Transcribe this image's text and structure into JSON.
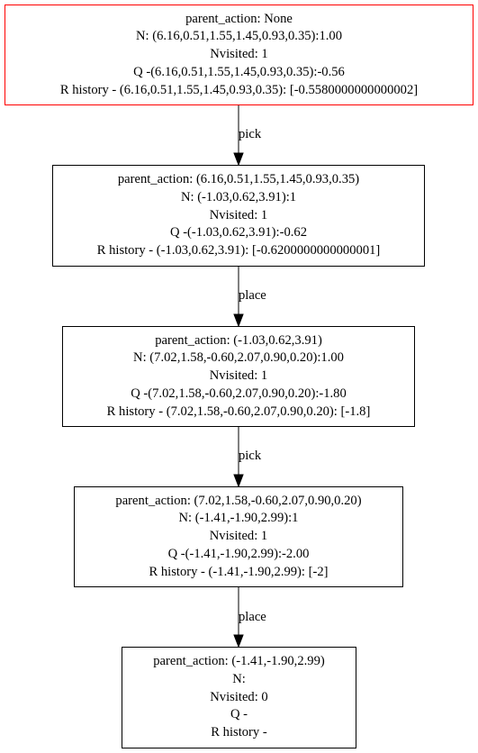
{
  "colors": {
    "root_border": "#ff0000",
    "border": "#000000",
    "background": "#ffffff",
    "text": "#000000"
  },
  "nodes": [
    {
      "parent_action": "parent_action: None",
      "n": "N: (6.16,0.51,1.55,1.45,0.93,0.35):1.00",
      "nvisited": "Nvisited: 1",
      "q": "Q -(6.16,0.51,1.55,1.45,0.93,0.35):-0.56",
      "r_history": "R history - (6.16,0.51,1.55,1.45,0.93,0.35): [-0.5580000000000002]"
    },
    {
      "parent_action": "parent_action: (6.16,0.51,1.55,1.45,0.93,0.35)",
      "n": "N: (-1.03,0.62,3.91):1",
      "nvisited": "Nvisited: 1",
      "q": "Q -(-1.03,0.62,3.91):-0.62",
      "r_history": "R history - (-1.03,0.62,3.91): [-0.6200000000000001]"
    },
    {
      "parent_action": "parent_action: (-1.03,0.62,3.91)",
      "n": "N: (7.02,1.58,-0.60,2.07,0.90,0.20):1.00",
      "nvisited": "Nvisited: 1",
      "q": "Q -(7.02,1.58,-0.60,2.07,0.90,0.20):-1.80",
      "r_history": "R history - (7.02,1.58,-0.60,2.07,0.90,0.20): [-1.8]"
    },
    {
      "parent_action": "parent_action: (7.02,1.58,-0.60,2.07,0.90,0.20)",
      "n": "N: (-1.41,-1.90,2.99):1",
      "nvisited": "Nvisited: 1",
      "q": "Q -(-1.41,-1.90,2.99):-2.00",
      "r_history": "R history - (-1.41,-1.90,2.99): [-2]"
    },
    {
      "parent_action": "parent_action: (-1.41,-1.90,2.99)",
      "n": "N:",
      "nvisited": "Nvisited: 0",
      "q": "Q -",
      "r_history": "R history -"
    }
  ],
  "edges": [
    {
      "label": "pick"
    },
    {
      "label": "place"
    },
    {
      "label": "pick"
    },
    {
      "label": "place"
    }
  ]
}
